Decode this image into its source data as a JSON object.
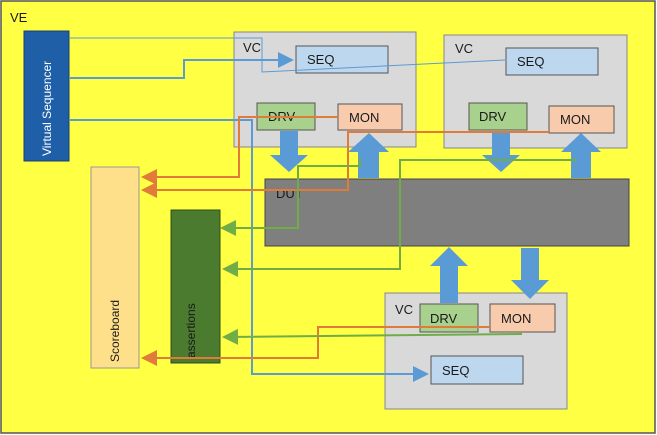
{
  "environment": {
    "label": "VE",
    "background": "#ffff44"
  },
  "virtual_sequencer": {
    "label": "Virtual Sequencer",
    "color": "#1f5fa8"
  },
  "vc_top_left": {
    "label": "VC",
    "seq": "SEQ",
    "drv": "DRV",
    "mon": "MON"
  },
  "vc_top_right": {
    "label": "VC",
    "seq": "SEQ",
    "drv": "DRV",
    "mon": "MON"
  },
  "vc_bottom": {
    "label": "VC",
    "seq": "SEQ",
    "drv": "DRV",
    "mon": "MON"
  },
  "dut": {
    "label": "DUT",
    "color": "#7f7f7f"
  },
  "scoreboard": {
    "label": "Scoreboard",
    "color": "#ffe08a"
  },
  "assertions": {
    "label": "assertions",
    "color": "#4a7b2e"
  },
  "colors": {
    "vc_box": "#d9d9d9",
    "seq_box": "#bdd7ee",
    "drv_box": "#a9d18e",
    "mon_box": "#f8cbad",
    "seq_line": "#5b9bd5",
    "mon_line": "#e07b39",
    "assert_line": "#70ad47",
    "block_arrow": "#5b9bd5"
  }
}
